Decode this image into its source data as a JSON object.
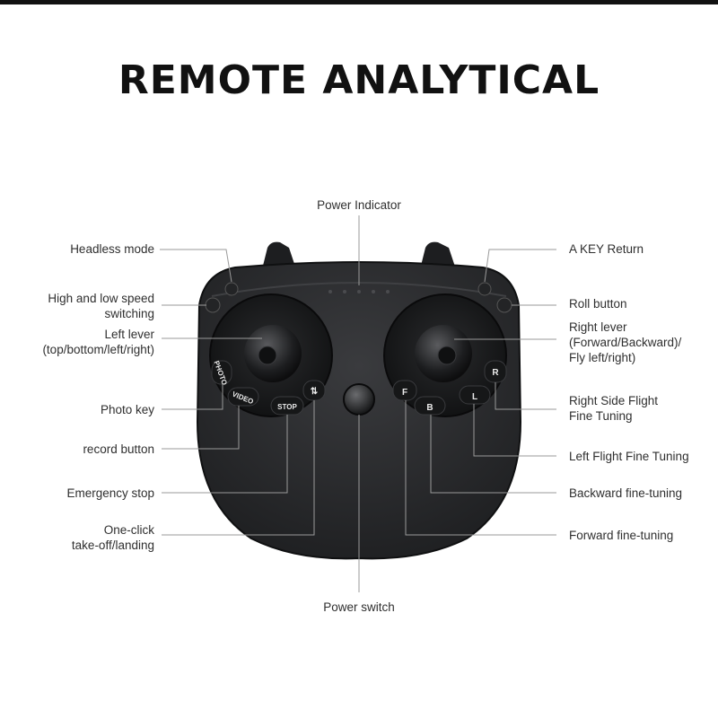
{
  "title": "REMOTE ANALYTICAL",
  "colors": {
    "body": "#2b2c2e",
    "body_dark": "#161718",
    "line": "#9a9a9a",
    "text": "#2f2f2f"
  },
  "callouts": {
    "power_indicator": "Power Indicator",
    "power_switch": "Power switch",
    "headless_mode": "Headless mode",
    "speed_switching": "High and low speed\nswitching",
    "left_lever": "Left lever\n(top/bottom/left/right)",
    "photo_key": "Photo key",
    "record_button": "record button",
    "emergency_stop": "Emergency stop",
    "one_click": "One-click\ntake-off/landing",
    "a_key_return": "A KEY Return",
    "roll_button": "Roll button",
    "right_lever": "Right lever\n(Forward/Backward)/\nFly left/right)",
    "right_side_tuning": "Right Side Flight\nFine Tuning",
    "left_flight_tuning": "Left Flight Fine Tuning",
    "backward_tuning": "Backward fine-tuning",
    "forward_tuning": "Forward fine-tuning"
  },
  "device_buttons": {
    "photo": "PHOTO",
    "video": "VIDEO",
    "stop": "STOP",
    "f": "F",
    "b": "B",
    "l": "L",
    "r": "R"
  }
}
